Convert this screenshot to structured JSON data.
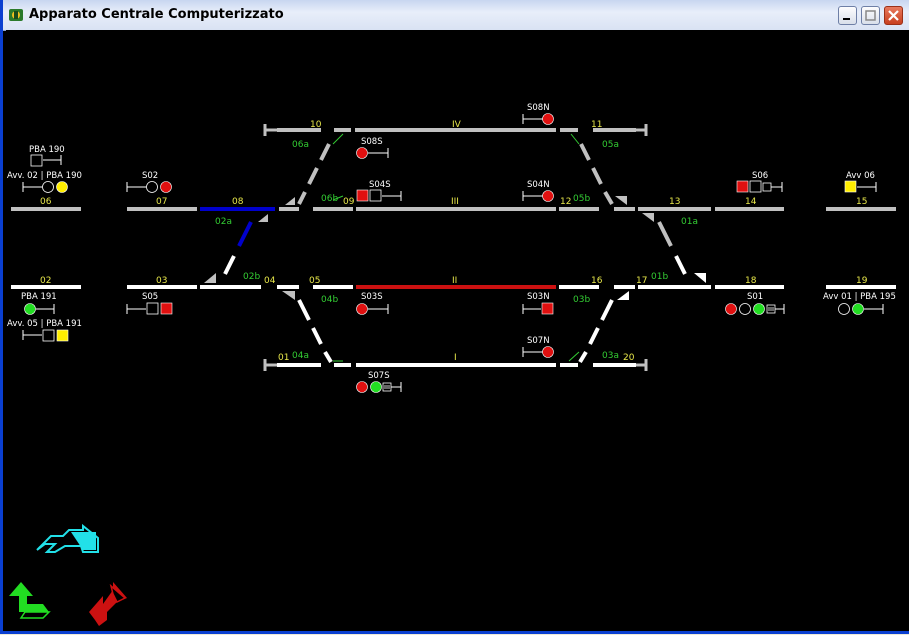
{
  "window": {
    "title": "Apparato Centrale Computerizzato",
    "buttons": {
      "minimize": "minimize",
      "maximize": "maximize",
      "close": "close"
    }
  },
  "tracks": {
    "t01": "01",
    "t02": "02",
    "t03": "03",
    "t04": "04",
    "t05": "05",
    "t06": "06",
    "t07": "07",
    "t08": "08",
    "t09": "09",
    "t10": "10",
    "t11": "11",
    "t12": "12",
    "t13": "13",
    "t14": "14",
    "t15": "15",
    "t16": "16",
    "t17": "17",
    "t18": "18",
    "t19": "19",
    "t20": "20",
    "I": "I",
    "II": "II",
    "III": "III",
    "IV": "IV"
  },
  "switches": {
    "s01a": "01a",
    "s01b": "01b",
    "s02a": "02a",
    "s02b": "02b",
    "s03a": "03a",
    "s03b": "03b",
    "s04a": "04a",
    "s04b": "04b",
    "s05a": "05a",
    "s05b": "05b",
    "s06a": "06a",
    "s06b": "06b"
  },
  "signals": {
    "S01": "S01",
    "S02": "S02",
    "S03N": "S03N",
    "S03S": "S03S",
    "S04N": "S04N",
    "S04S": "S04S",
    "S05": "S05",
    "S06": "S06",
    "S07N": "S07N",
    "S07S": "S07S",
    "S08N": "S08N",
    "S08S": "S08S",
    "PBA190": "PBA 190",
    "PBA191": "PBA 191",
    "AVV02": "Avv. 02 | PBA 190",
    "AVV05": "Avv. 05 | PBA 191",
    "AVV06": "Avv 06",
    "AVV01": "Avv 01 | PBA 195"
  },
  "colors": {
    "free_track": "#c0c0c0",
    "occupied_track": "#cc1111",
    "route_set": "#ffffff",
    "route_blue": "#0000cc",
    "label_yellow": "#e8e84a",
    "label_green": "#33cc33",
    "signal_red": "#e01010",
    "signal_green": "#22dd22",
    "signal_yellow": "#ffee00"
  },
  "controls": {
    "cycle_icon": "cyan-arrow-icon",
    "back_icon": "green-arrow-icon",
    "cancel_icon": "red-arrow-icon"
  }
}
